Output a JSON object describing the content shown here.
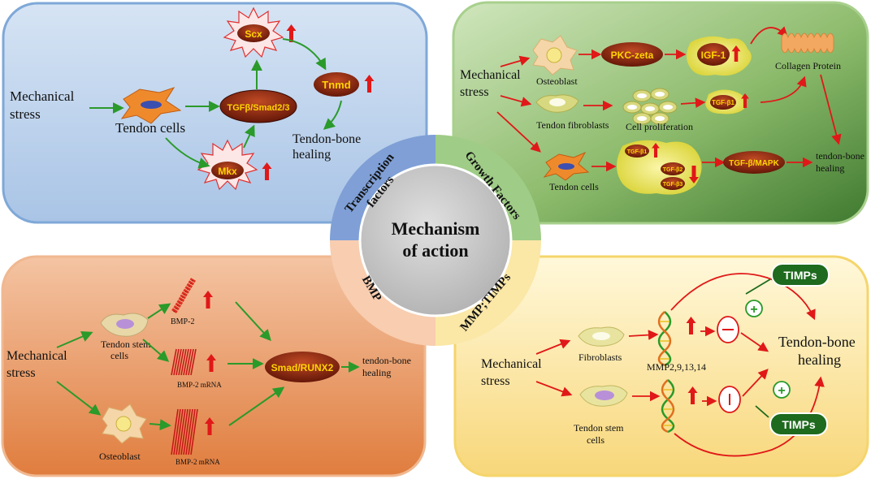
{
  "center": {
    "line1": "Mechanism",
    "line2": "of action"
  },
  "quadrants": {
    "tf": {
      "label1": "Transcription",
      "label2": "factors",
      "mechanical_stress_1": "Mechanical",
      "mechanical_stress_2": "stress",
      "tendon_cells": "Tendon cells",
      "tgf_smad": "TGFβ/Smad2/3",
      "scx": "Scx",
      "mkx": "Mkx",
      "tnmd": "Tnmd",
      "healing_1": "Tendon-bone",
      "healing_2": "healing"
    },
    "gf": {
      "label": "Growth Factors",
      "mechanical_stress_1": "Mechanical",
      "mechanical_stress_2": "stress",
      "osteoblast": "Osteoblast",
      "pkc": "PKC-zeta",
      "igf": "IGF-1",
      "collagen": "Collagen Protein",
      "tendon_fibroblasts": "Tendon fibroblasts",
      "cell_prolif": "Cell proliferation",
      "tgfb1": "TGF-β1",
      "tendon_cells": "Tendon cells",
      "tgfb2": "TGF-β2",
      "tgfb3": "TGF-β3",
      "tgf_mapk": "TGF-β/MAPK",
      "healing_1": "tendon-bone",
      "healing_2": "healing"
    },
    "bmp": {
      "label": "BMP",
      "mechanical_stress_1": "Mechanical",
      "mechanical_stress_2": "stress",
      "tendon_stem_1": "Tendon stem",
      "tendon_stem_2": "cells",
      "bmp2": "BMP-2",
      "bmp2_mrna": "BMP-2 mRNA",
      "osteoblast": "Osteoblast",
      "smad_runx2": "Smad/RUNX2",
      "healing_1": "tendon-bone",
      "healing_2": "healing"
    },
    "mmp": {
      "label": "MMP;TIMPs",
      "mechanical_stress_1": "Mechanical",
      "mechanical_stress_2": "stress",
      "fibroblasts": "Fibroblasts",
      "mmp_list": "MMP2,9,13,14",
      "tendon_stem_1": "Tendon stem",
      "tendon_stem_2": "cells",
      "timps": "TIMPs",
      "healing_1": "Tendon-bone",
      "healing_2": "healing"
    }
  },
  "colors": {
    "tf_bg": "#b4cdea",
    "gf_bg": "#8ab86a",
    "bmp_bg": "#eea67a",
    "mmp_bg": "#fbe6a0",
    "arrow_green": "#2a9a2a",
    "arrow_red": "#e01818",
    "oval": "#7a1a0a",
    "oval_text": "#ffd400"
  }
}
